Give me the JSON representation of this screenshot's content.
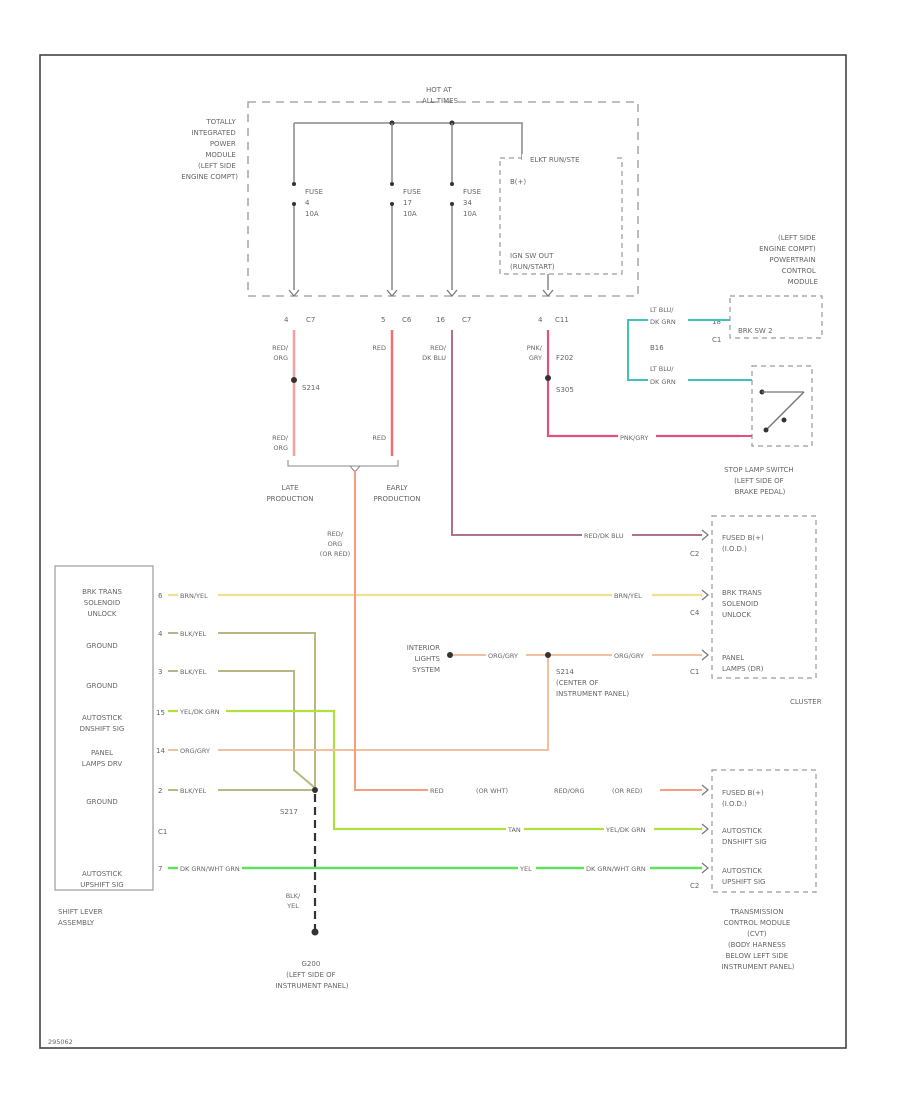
{
  "colors": {
    "frame": "#444444",
    "box": "#999999",
    "bus": "#888888",
    "text": "#666666",
    "wire_red_orange": "#f4a0a0",
    "wire_red": "#f07070",
    "wire_red_dkblue": "#b07090",
    "wire_pink": "#e05080",
    "wire_lt_blue": "#40c0c0",
    "wire_green": "#30c050",
    "wire_brown_yel": "#f0e090",
    "wire_olive": "#b8b880",
    "wire_yel_grn": "#b0e040",
    "wire_org_gry": "#f0c0a0",
    "wire_dk_grn": "#60e060",
    "ground": "#333333"
  },
  "tipm": {
    "label": [
      "TOTALLY",
      "INTEGRATED",
      "POWER",
      "MODULE",
      "(LEFT SIDE",
      "ENGINE COMPT)"
    ],
    "hot_at": [
      "HOT AT",
      "ALL TIMES"
    ],
    "fuses": [
      {
        "label": [
          "FUSE",
          "4",
          "10A"
        ]
      },
      {
        "label": [
          "FUSE",
          "17",
          "10A"
        ]
      },
      {
        "label": [
          "FUSE",
          "34",
          "10A"
        ]
      }
    ],
    "relay": {
      "title": "ELKT RUN/STE",
      "terminal_in": "B(+)",
      "terminal_out": [
        "IGN SW OUT",
        "(RUN/START)"
      ]
    }
  },
  "connectors_top": [
    {
      "pin": "4",
      "conn": "C7"
    },
    {
      "pin": "5",
      "conn": "C6"
    },
    {
      "pin": "16",
      "conn": "C7"
    },
    {
      "pin": "4",
      "conn": "C11"
    }
  ],
  "wire_labels": {
    "red_org_1": [
      "RED/",
      "ORG"
    ],
    "red_1": "RED",
    "red_dkblu": [
      "RED/",
      "DK BLU"
    ],
    "pink_gry": [
      "PNK/",
      "GRY"
    ],
    "red_org_2": [
      "RED/",
      "ORG"
    ],
    "red_2": "RED",
    "red_org_3": [
      "RED/",
      "ORG",
      "(OR RED)"
    ],
    "lt_blu_1": [
      "LT BLU/",
      "DK GRN"
    ],
    "lt_blu_2": [
      "LT BLU/",
      "DK GRN"
    ],
    "pnk_gry_h": "PNK/GRY",
    "red_dkblu_h": "RED/DK BLU",
    "brn_yel": "BRN/YEL",
    "blk_yel": "BLK/YEL",
    "yel_dkgrn": "YEL/DK GRN",
    "org_gry": "ORG/GRY",
    "dkgrn_wht": "DK GRN/WHT GRN",
    "red_long": [
      "RED",
      "(OR WHT)",
      "RED/ORG",
      "(OR RED)"
    ],
    "tan": "TAN",
    "yel": "YEL",
    "blk_yel_g": [
      "BLK/",
      "YEL"
    ]
  },
  "splices": {
    "s214": "S214",
    "s305": "S305",
    "f202": "F202",
    "s217": "S217",
    "s214b": [
      "S214",
      "(CENTER OF",
      "INSTRUMENT PANEL)"
    ]
  },
  "production": {
    "late": [
      "LATE",
      "PRODUCTION"
    ],
    "early": [
      "EARLY",
      "PRODUCTION"
    ]
  },
  "pcm": {
    "label": [
      "(LEFT SIDE",
      "ENGINE COMPT)",
      "POWERTRAIN",
      "CONTROL",
      "MODULE"
    ],
    "pin_label": "BRK SW 2",
    "pin_left": "B16",
    "pin_num": "18",
    "conn": "C1"
  },
  "stop_lamp": {
    "label": [
      "STOP LAMP SWITCH",
      "(LEFT SIDE OF",
      "BRAKE PEDAL)"
    ]
  },
  "cluster": {
    "title": "CLUSTER",
    "pins": [
      {
        "name": [
          "FUSED B(+)",
          "(I.O.D.)"
        ],
        "conn": "C2"
      },
      {
        "name": [
          "BRK TRANS",
          "SOLENOID",
          "UNLOCK"
        ],
        "conn": "C4"
      },
      {
        "name": [
          "PANEL",
          "LAMPS (DR)"
        ],
        "conn": "C1"
      }
    ]
  },
  "interior_lights": [
    "INTERIOR",
    "LIGHTS",
    "SYSTEM"
  ],
  "shift_lever": {
    "title": [
      "SHIFT LEVER",
      "ASSEMBLY"
    ],
    "pins": [
      {
        "name": [
          "BRK TRANS",
          "SOLENOID",
          "UNLOCK"
        ],
        "num": "6"
      },
      {
        "name": [
          "GROUND"
        ],
        "num": "4"
      },
      {
        "name": [
          "GROUND"
        ],
        "num": "3"
      },
      {
        "name": [
          "AUTOSTICK",
          "DNSHIFT SIG"
        ],
        "num": "15"
      },
      {
        "name": [
          "PANEL",
          "LAMPS DRV"
        ],
        "num": "14"
      },
      {
        "name": [
          "GROUND"
        ],
        "num": "2"
      },
      {
        "name": [
          "C1"
        ],
        "num": ""
      },
      {
        "name": [
          "AUTOSTICK",
          "UPSHIFT SIG"
        ],
        "num": "7"
      }
    ]
  },
  "tcm": {
    "pins": [
      {
        "name": [
          "FUSED B(+)",
          "(I.O.D.)"
        ],
        "conn": ""
      },
      {
        "name": [
          "AUTOSTICK",
          "DNSHIFT SIG"
        ],
        "conn": ""
      },
      {
        "name": [
          "AUTOSTICK",
          "UPSHIFT SIG"
        ],
        "conn": "C2"
      }
    ],
    "label": [
      "TRANSMISSION",
      "CONTROL MODULE",
      "(CVT)",
      "(BODY HARNESS",
      "BELOW LEFT SIDE",
      "INSTRUMENT PANEL)"
    ]
  },
  "ground": {
    "id": "G200",
    "label": [
      "G200",
      "(LEFT SIDE OF",
      "INSTRUMENT PANEL)"
    ]
  },
  "footer_code": "295062"
}
